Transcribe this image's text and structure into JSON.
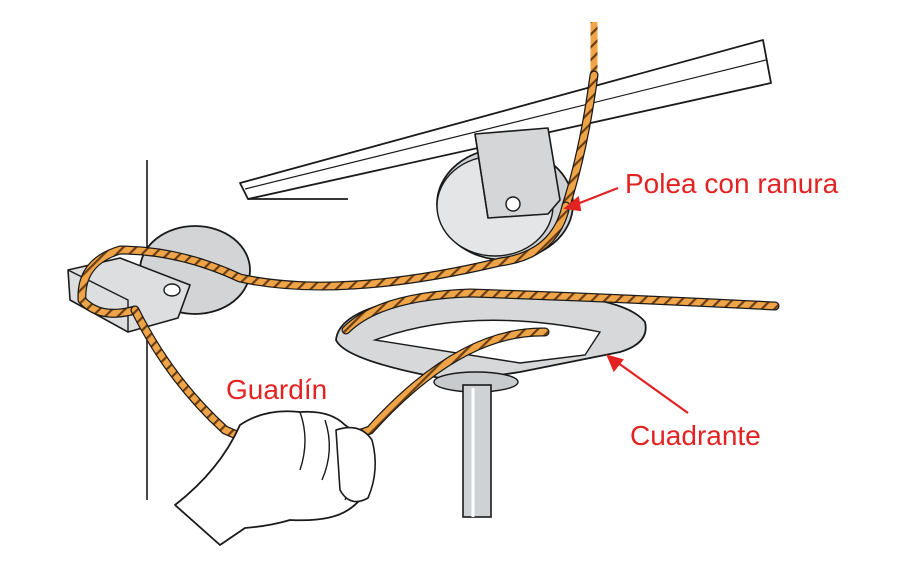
{
  "labels": {
    "polea": "Polea con ranura",
    "guardin": "Guardín",
    "cuadrante": "Cuadrante"
  },
  "colors": {
    "rope": "#f0a448",
    "rope_stripe": "#6b3f12",
    "label_red": "#e32222",
    "metal_fill": "#d9dbdd",
    "metal_dark": "#b9bcbf",
    "outline": "#1a1a1a"
  }
}
